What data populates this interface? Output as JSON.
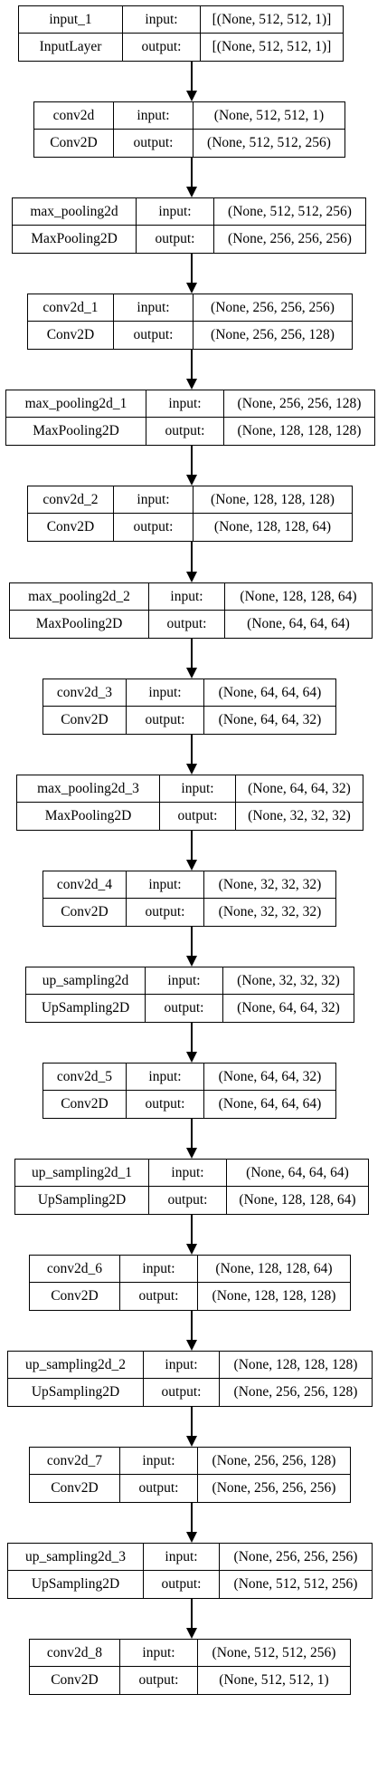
{
  "layers": [
    {
      "name": "input_1",
      "type": "InputLayer",
      "input_label": "input:",
      "output_label": "output:",
      "input_shape": "[(None, 512, 512, 1)]",
      "output_shape": "[(None, 512, 512, 1)]"
    },
    {
      "name": "conv2d",
      "type": "Conv2D",
      "input_label": "input:",
      "output_label": "output:",
      "input_shape": "(None, 512, 512, 1)",
      "output_shape": "(None, 512, 512, 256)"
    },
    {
      "name": "max_pooling2d",
      "type": "MaxPooling2D",
      "input_label": "input:",
      "output_label": "output:",
      "input_shape": "(None, 512, 512, 256)",
      "output_shape": "(None, 256, 256, 256)"
    },
    {
      "name": "conv2d_1",
      "type": "Conv2D",
      "input_label": "input:",
      "output_label": "output:",
      "input_shape": "(None, 256, 256, 256)",
      "output_shape": "(None, 256, 256, 128)"
    },
    {
      "name": "max_pooling2d_1",
      "type": "MaxPooling2D",
      "input_label": "input:",
      "output_label": "output:",
      "input_shape": "(None, 256, 256, 128)",
      "output_shape": "(None, 128, 128, 128)"
    },
    {
      "name": "conv2d_2",
      "type": "Conv2D",
      "input_label": "input:",
      "output_label": "output:",
      "input_shape": "(None, 128, 128, 128)",
      "output_shape": "(None, 128, 128, 64)"
    },
    {
      "name": "max_pooling2d_2",
      "type": "MaxPooling2D",
      "input_label": "input:",
      "output_label": "output:",
      "input_shape": "(None, 128, 128, 64)",
      "output_shape": "(None, 64, 64, 64)"
    },
    {
      "name": "conv2d_3",
      "type": "Conv2D",
      "input_label": "input:",
      "output_label": "output:",
      "input_shape": "(None, 64, 64, 64)",
      "output_shape": "(None, 64, 64, 32)"
    },
    {
      "name": "max_pooling2d_3",
      "type": "MaxPooling2D",
      "input_label": "input:",
      "output_label": "output:",
      "input_shape": "(None, 64, 64, 32)",
      "output_shape": "(None, 32, 32, 32)"
    },
    {
      "name": "conv2d_4",
      "type": "Conv2D",
      "input_label": "input:",
      "output_label": "output:",
      "input_shape": "(None, 32, 32, 32)",
      "output_shape": "(None, 32, 32, 32)"
    },
    {
      "name": "up_sampling2d",
      "type": "UpSampling2D",
      "input_label": "input:",
      "output_label": "output:",
      "input_shape": "(None, 32, 32, 32)",
      "output_shape": "(None, 64, 64, 32)"
    },
    {
      "name": "conv2d_5",
      "type": "Conv2D",
      "input_label": "input:",
      "output_label": "output:",
      "input_shape": "(None, 64, 64, 32)",
      "output_shape": "(None, 64, 64, 64)"
    },
    {
      "name": "up_sampling2d_1",
      "type": "UpSampling2D",
      "input_label": "input:",
      "output_label": "output:",
      "input_shape": "(None, 64, 64, 64)",
      "output_shape": "(None, 128, 128, 64)"
    },
    {
      "name": "conv2d_6",
      "type": "Conv2D",
      "input_label": "input:",
      "output_label": "output:",
      "input_shape": "(None, 128, 128, 64)",
      "output_shape": "(None, 128, 128, 128)"
    },
    {
      "name": "up_sampling2d_2",
      "type": "UpSampling2D",
      "input_label": "input:",
      "output_label": "output:",
      "input_shape": "(None, 128, 128, 128)",
      "output_shape": "(None, 256, 256, 128)"
    },
    {
      "name": "conv2d_7",
      "type": "Conv2D",
      "input_label": "input:",
      "output_label": "output:",
      "input_shape": "(None, 256, 256, 128)",
      "output_shape": "(None, 256, 256, 256)"
    },
    {
      "name": "up_sampling2d_3",
      "type": "UpSampling2D",
      "input_label": "input:",
      "output_label": "output:",
      "input_shape": "(None, 256, 256, 256)",
      "output_shape": "(None, 512, 512, 256)"
    },
    {
      "name": "conv2d_8",
      "type": "Conv2D",
      "input_label": "input:",
      "output_label": "output:",
      "input_shape": "(None, 512, 512, 256)",
      "output_shape": "(None, 512, 512, 1)"
    }
  ]
}
